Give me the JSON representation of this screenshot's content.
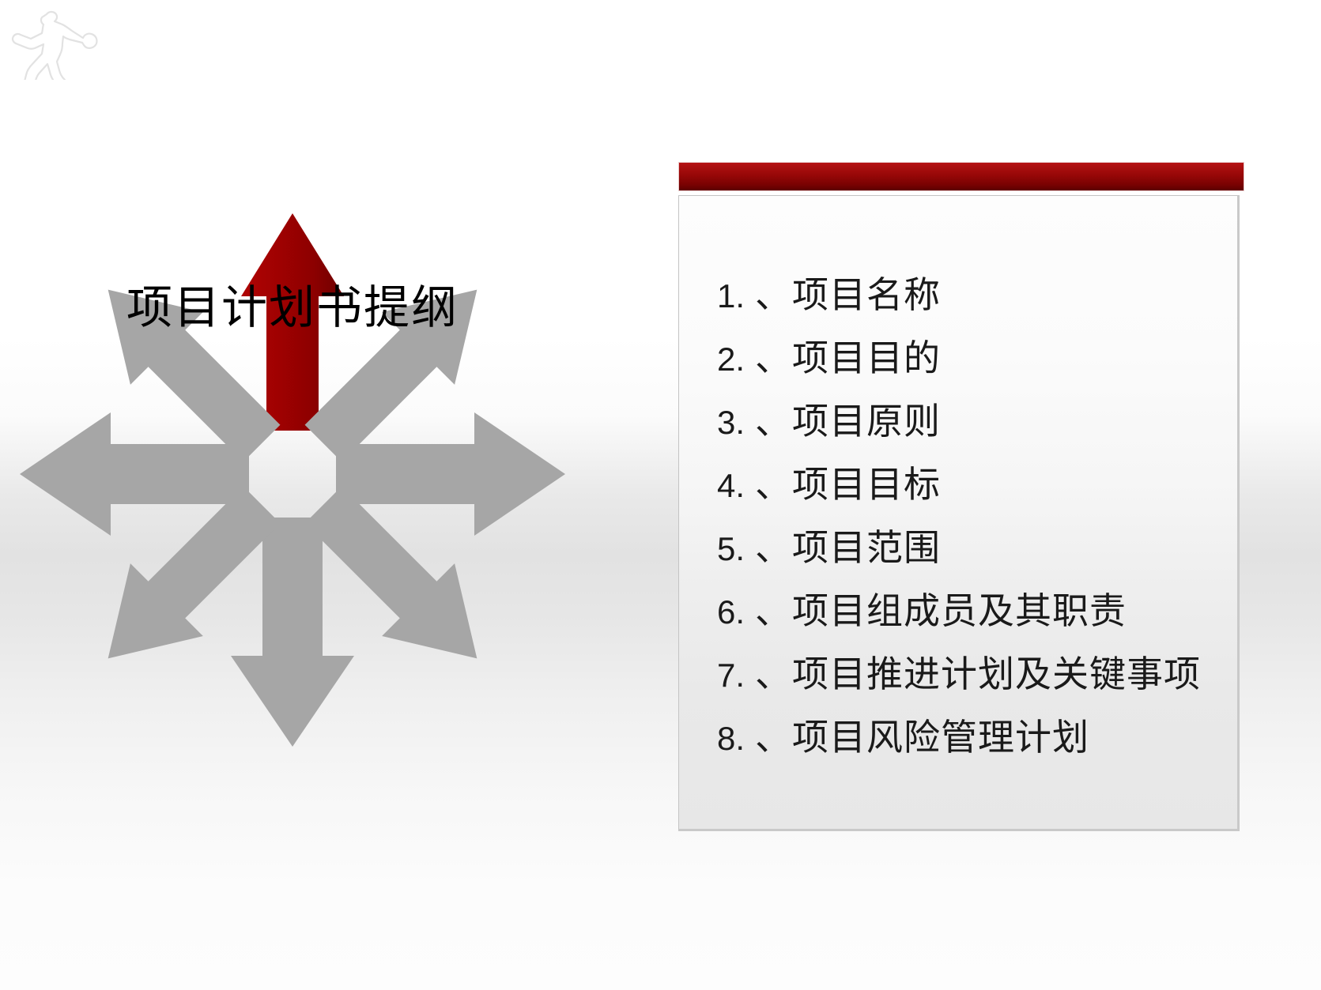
{
  "slide": {
    "title": "项目计划书提纲",
    "logo_icon": "running-person-silhouette-icon",
    "background_note": "white-to-grey-vertical-gradient"
  },
  "graphic": {
    "name": "eight-direction-arrow-star",
    "highlight_color": "#990000",
    "arrow_color": "#A6A6A6",
    "arrows": [
      {
        "direction": "up",
        "highlighted": true
      },
      {
        "direction": "up-right",
        "highlighted": false
      },
      {
        "direction": "right",
        "highlighted": false
      },
      {
        "direction": "down-right",
        "highlighted": false
      },
      {
        "direction": "down",
        "highlighted": false
      },
      {
        "direction": "down-left",
        "highlighted": false
      },
      {
        "direction": "left",
        "highlighted": false
      },
      {
        "direction": "up-left",
        "highlighted": false
      }
    ]
  },
  "panel": {
    "header_color_top": "#B51113",
    "header_color_bottom": "#5D0000",
    "items": [
      {
        "num": "1.",
        "text": "、项目名称"
      },
      {
        "num": "2.",
        "text": "、项目目的"
      },
      {
        "num": "3.",
        "text": "、项目原则"
      },
      {
        "num": "4.",
        "text": "、项目目标"
      },
      {
        "num": "5.",
        "text": "、项目范围"
      },
      {
        "num": "6.",
        "text": "、项目组成员及其职责"
      },
      {
        "num": "7.",
        "text": "、项目推进计划及关键事项"
      },
      {
        "num": "8.",
        "text": "、项目风险管理计划"
      }
    ]
  }
}
